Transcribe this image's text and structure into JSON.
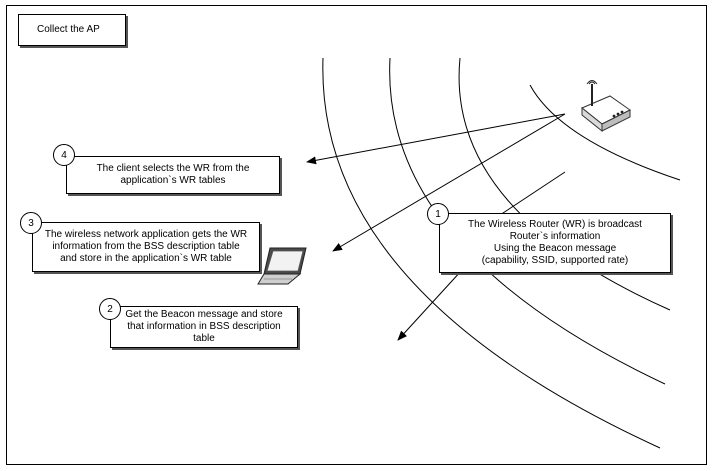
{
  "title": "Collect the AP",
  "steps": [
    {
      "number": "1",
      "text": "The Wireless Router (WR) is broadcast\nRouter`s information\nUsing the Beacon message\n(capability, SSID, supported rate)"
    },
    {
      "number": "2",
      "text": "Get the Beacon message and store\nthat information in BSS description\ntable"
    },
    {
      "number": "3",
      "text": "The wireless network application gets the WR\ninformation from the BSS description table\nand store in the application`s WR table"
    },
    {
      "number": "4",
      "text": "The client selects the WR from the\napplication`s WR tables"
    }
  ],
  "icons": {
    "router": "wireless-router-icon",
    "laptop": "laptop-icon"
  }
}
